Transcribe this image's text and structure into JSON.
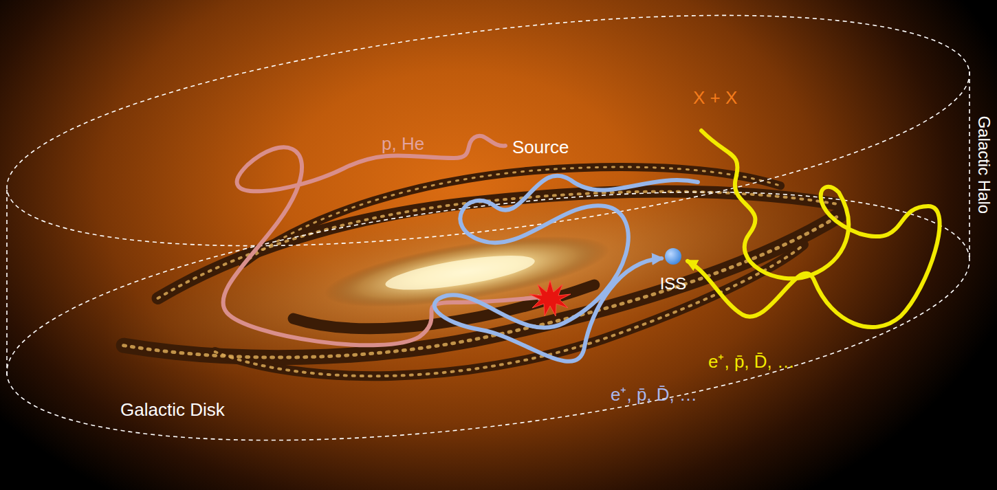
{
  "diagram": {
    "nodes": [
      {
        "text": [
          "Galactic Halo"
        ]
      },
      {
        "text": [
          "ISS"
        ],
        "in": 0
      }
    ],
    "labels": [
      "p, He",
      "Source",
      "X + X",
      "e⁺, p̄, D̄, …",
      "e⁺, p̄, D̄, …",
      "Galactic Disk"
    ]
  }
}
